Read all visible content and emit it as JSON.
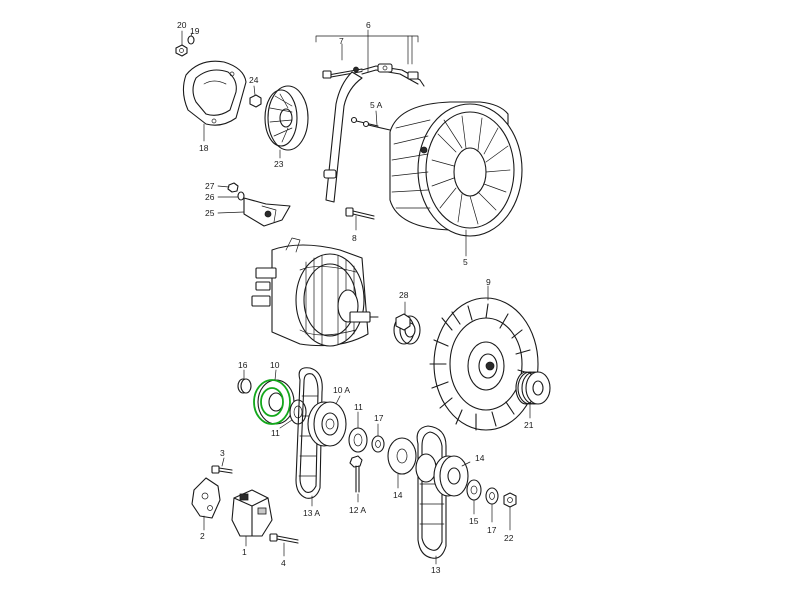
{
  "labels": {
    "l20": "20",
    "l19": "19",
    "l6": "6",
    "l7": "7",
    "l24": "24",
    "l5a": "5 A",
    "l18": "18",
    "l23": "23",
    "l27": "27",
    "l26": "26",
    "l25": "25",
    "l8": "8",
    "l5": "5",
    "l28": "28",
    "l9": "9",
    "l16": "16",
    "l10": "10",
    "l10a": "10 A",
    "l11a": "11",
    "l11b": "11",
    "l17a": "17",
    "l3": "3",
    "l14a": "14",
    "l14b": "14",
    "l21": "21",
    "l12a": "12 A",
    "l13a": "13 A",
    "l15": "15",
    "l17b": "17",
    "l22": "22",
    "l2": "2",
    "l1": "1",
    "l4": "4",
    "l13": "13"
  },
  "highlight": {
    "part": "10",
    "color": "#13a81b"
  }
}
